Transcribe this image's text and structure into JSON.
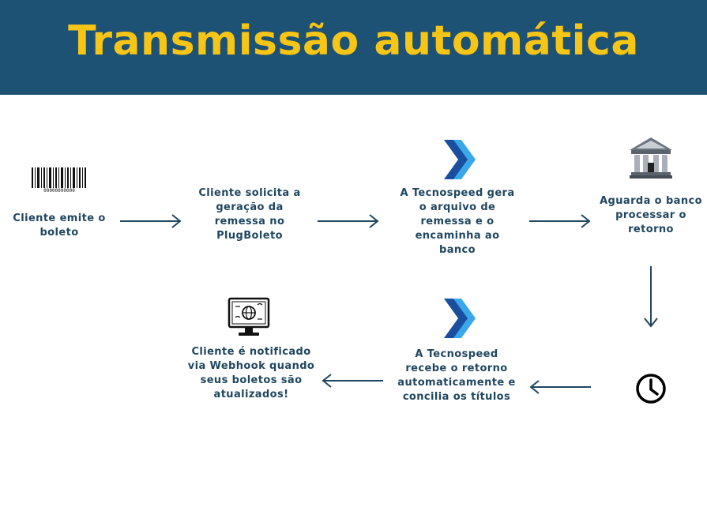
{
  "title": "Transmissão automática",
  "barcode_number": "00000000000",
  "steps": [
    {
      "text": "Cliente emite o boleto"
    },
    {
      "text": "Cliente solicita a geração da remessa no PlugBoleto"
    },
    {
      "text": "A Tecnospeed gera o arquivo de remessa e o encaminha ao banco"
    },
    {
      "text": "Aguarda o banco processar o retorno"
    },
    {
      "text": "A Tecnospeed recebe o retorno automaticamente e concilia os títulos"
    },
    {
      "text": "Cliente é notificado via Webhook quando seus boletos são atualizados!"
    }
  ],
  "colors": {
    "header_bg": "#1e5274",
    "title": "#f7c515",
    "text": "#1f4660",
    "arrow": "#1f4660",
    "logo_dark": "#1a4fa0",
    "logo_light": "#3aa8e8"
  },
  "icons": [
    "barcode-icon",
    "tecnospeed-logo",
    "bank-icon",
    "clock-icon",
    "computer-globe-icon"
  ]
}
